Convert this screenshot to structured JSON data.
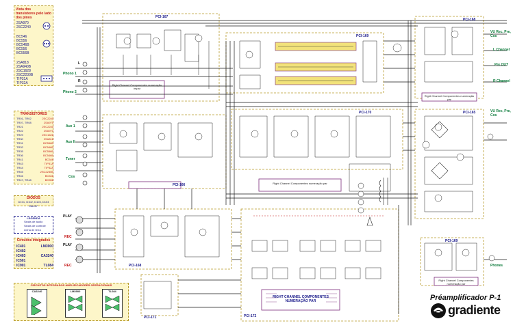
{
  "legend_transistors_side": {
    "title": "Vista dos transistores pelo lado dos pinos",
    "group1": [
      "2SA970",
      "2SC2240"
    ],
    "group2": [
      "BC546",
      "BC556",
      "BC546B",
      "BC556",
      "BC556B"
    ],
    "group3": [
      "2SA818",
      "2SA940B",
      "2SC1628",
      "2SC2230B",
      "TIP31A",
      "TIP32A"
    ]
  },
  "legend_transistor_list": {
    "title": "TRANSISTORES",
    "rows": [
      {
        "a": "TR01, TR02",
        "b": "2SC2240"
      },
      {
        "a": "TR07, TR08",
        "b": "2SA970"
      },
      {
        "a": "TR21",
        "b": "2SC2240"
      },
      {
        "a": "TR22",
        "b": "2SA970"
      },
      {
        "a": "TR29",
        "b": "2SC1628"
      },
      {
        "a": "TR30",
        "b": "2SA818"
      },
      {
        "a": "TR31",
        "b": "BC556B"
      },
      {
        "a": "TR32",
        "b": "BC546B"
      },
      {
        "a": "TR35",
        "b": "BC556B"
      },
      {
        "a": "TR36",
        "b": "BC546B"
      },
      {
        "a": "TR41",
        "b": "BC546"
      },
      {
        "a": "TR43",
        "b": "TIP31A"
      },
      {
        "a": "TR44",
        "b": "TIP32A"
      },
      {
        "a": "TR45",
        "b": "2SC2230B"
      },
      {
        "a": "TR46",
        "b": "BC546"
      },
      {
        "a": "TR47, TR48",
        "b": "BC556"
      }
    ]
  },
  "legend_diodes": {
    "title": "DIODOS",
    "text": "D101, D102, D103, D104 BA157"
  },
  "legend_symbols": {
    "title": "LEGENDA",
    "items": [
      "Sinais de áudio",
      "Sinais de controle",
      "Linha de terra"
    ]
  },
  "legend_ic": {
    "title": "Circuitos Integrados",
    "rows": [
      {
        "a": "IC401",
        "b": "LM3900"
      },
      {
        "a": "IC402",
        "b": ""
      },
      {
        "a": "IC403",
        "b": "CA3240"
      },
      {
        "a": "IC501",
        "b": ""
      },
      {
        "a": "IC901",
        "b": "TL084"
      }
    ]
  },
  "legend_opamp": {
    "title": "CIRCUITOS INTEGRADOS AMPLIFICADORES OPERACIONAIS",
    "ics": [
      "CA3240",
      "LM3900",
      "TL084"
    ]
  },
  "pcb_labels": [
    "PCI-167",
    "PCI-169",
    "PCI-168",
    "PCI-170",
    "PCI-166",
    "PCI-168",
    "PCI-165",
    "PCI-171",
    "PCI-172",
    "PCI-169"
  ],
  "inputs": {
    "phono1": "Phono 1",
    "phono2": "Phono 2",
    "aux1": "Aux 1",
    "aux2": "Aux II",
    "tuner": "Tuner",
    "cos": "Cos",
    "play1": "PLAY",
    "rec1": "REC",
    "play2": "PLAY",
    "rec2": "REC",
    "L": "L",
    "R": "R"
  },
  "outputs": {
    "vu1": "VU Rec, Pre, Cos",
    "lchannel": "L Channel",
    "preout": "Pre OUT",
    "rchannel": "R Channel",
    "vu2": "VU Rec, Pre, Cos",
    "phones": "Phones"
  },
  "notes": {
    "right_channel_1": "Right Channel Componentes numeração ímpar",
    "right_channel_2": "Right Channel Componentes numeração par",
    "right_channel_3": "Right Channel Componentes numeração par",
    "right_channel_4": "Right Channel Componentes numeração par",
    "right_channel_big": "RIGHT CHANNEL COMPONENTES NUMERAÇÃO PAR"
  },
  "brand": {
    "title": "Préamplificador  P-1",
    "logo": "gradiente"
  },
  "colors": {
    "wire": "#1a1a1a",
    "border": "#b89a2a",
    "legend_bg": "#fdf6c9",
    "accent_red": "#c41a1a",
    "accent_green": "#0b7a3a",
    "accent_blue": "#1a1a8a",
    "purple_box": "#7a2a7a",
    "yellow_band": "#f2e27a"
  }
}
